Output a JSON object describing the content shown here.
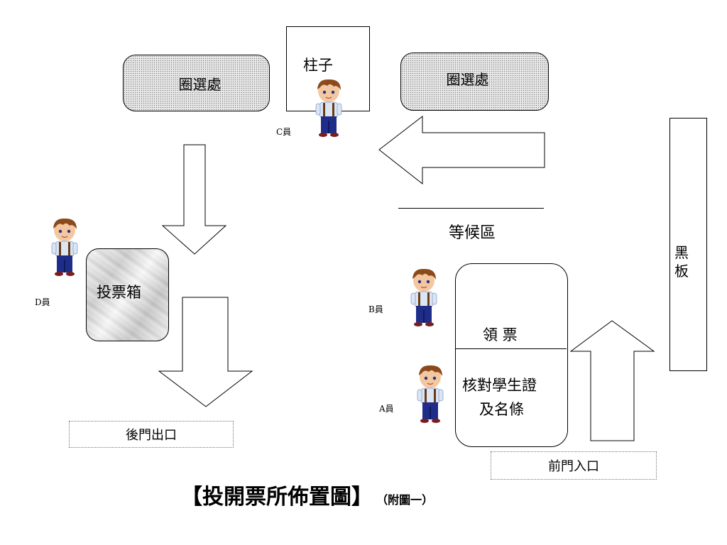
{
  "pillar": "柱子",
  "booth_left": "圈選處",
  "booth_right": "圈選處",
  "waiting_area": "等候區",
  "blackboard": "黑板",
  "ballot_box": "投票箱",
  "ticket_desk": {
    "top": "領 票",
    "bottom_line1": "核對學生證",
    "bottom_line2": "及名條"
  },
  "exit": "後門出口",
  "entrance": "前門入口",
  "staff": {
    "a": "A員",
    "b": "B員",
    "c": "C員",
    "d": "D員"
  },
  "title": "【投開票所佈置圖】",
  "subtitle": "（附圖一）",
  "colors": {
    "booth_fill": "#e6e6e6",
    "figure_hair": "#8b4a1c",
    "figure_shirt": "#dbe6f5",
    "figure_pants": "#1f2d8a"
  },
  "icons": [
    "person-icon",
    "arrow-down-icon",
    "arrow-left-icon",
    "arrow-up-icon"
  ]
}
